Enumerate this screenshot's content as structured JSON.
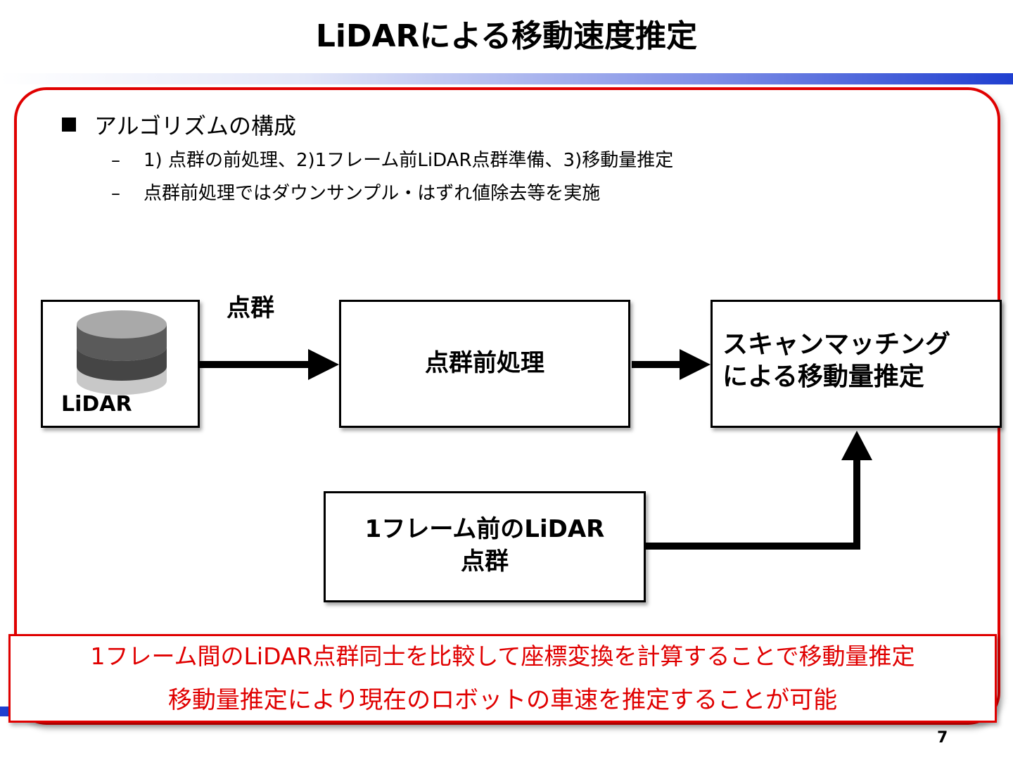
{
  "slide": {
    "title": "LiDARによる移動速度推定",
    "page_number": "7"
  },
  "bullets": {
    "main": "アルゴリズムの構成",
    "sub": [
      "1) 点群の前処理、2)1フレーム前LiDAR点群準備、3)移動量推定",
      "点群前処理ではダウンサンプル・はずれ値除去等を実施"
    ]
  },
  "diagram": {
    "lidar_label": "LiDAR",
    "edge_label": "点群",
    "preprocess": "点群前処理",
    "scan_matching": [
      "スキャンマッチング",
      "による移動量推定"
    ],
    "previous_frame": [
      "1フレーム前のLiDAR",
      "点群"
    ]
  },
  "summary": [
    "1フレーム間のLiDAR点群同士を比較して座標変換を計算することで移動量推定",
    "移動量推定により現在のロボットの車速を推定することが可能"
  ],
  "colors": {
    "accent_red": "#e00000",
    "title_band_blue": "#1f3fd0"
  }
}
